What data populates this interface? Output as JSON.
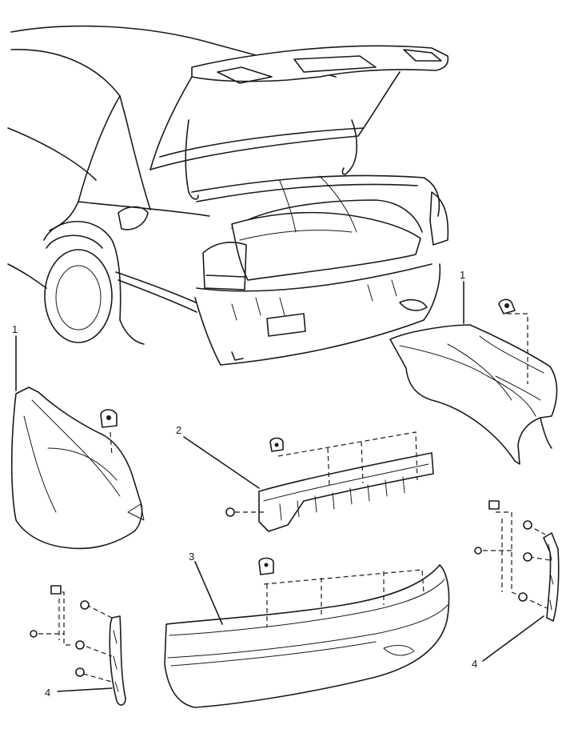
{
  "callouts": [
    {
      "id": "callout-1-right",
      "text": "1"
    },
    {
      "id": "callout-1-left",
      "text": "1"
    },
    {
      "id": "callout-2",
      "text": "2"
    },
    {
      "id": "callout-3",
      "text": "3"
    },
    {
      "id": "callout-4-right",
      "text": "4"
    },
    {
      "id": "callout-4-left",
      "text": "4"
    }
  ],
  "colors": {
    "line": "#1a1a1a",
    "background": "#ffffff"
  }
}
